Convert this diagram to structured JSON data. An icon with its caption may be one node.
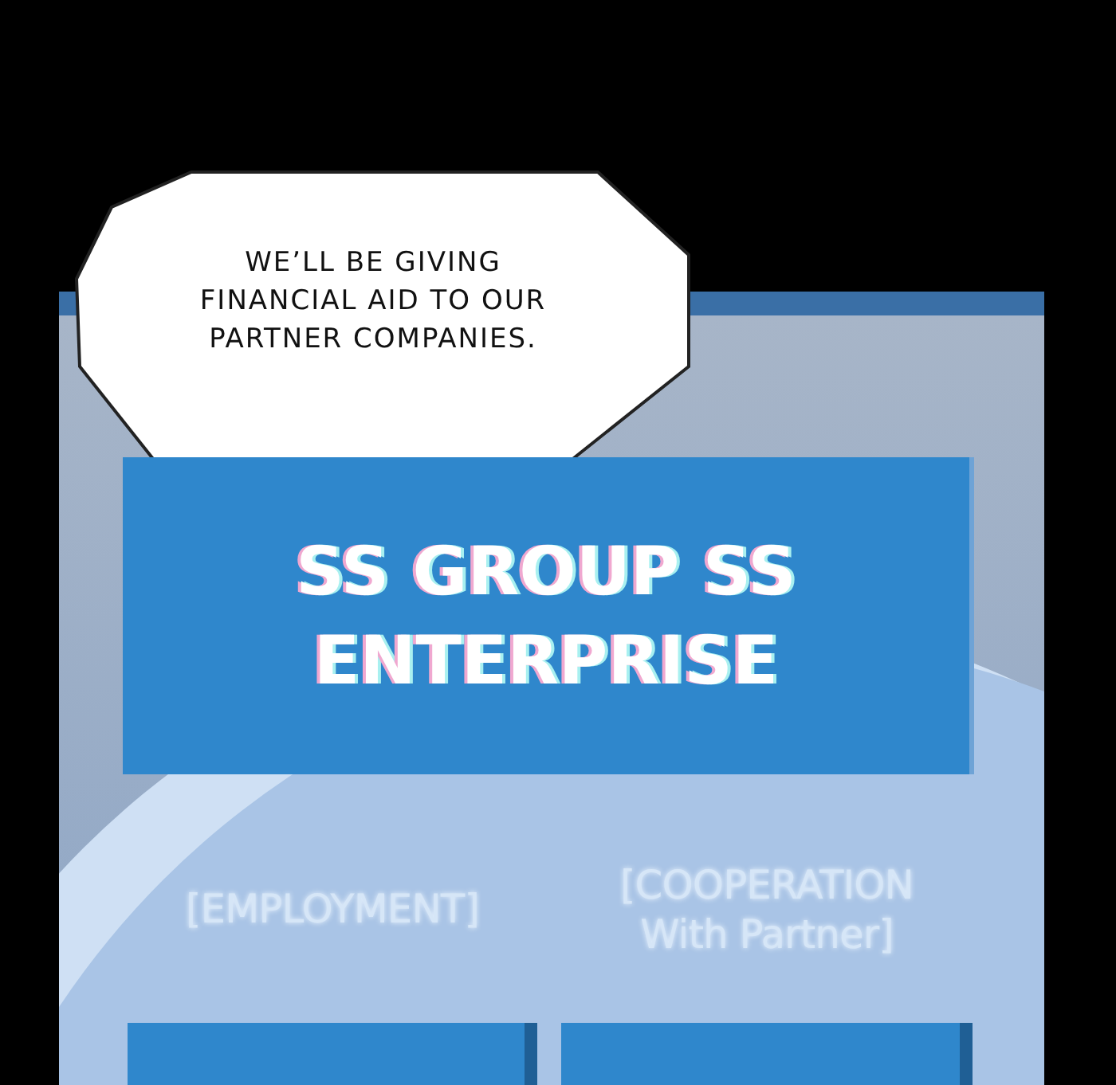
{
  "diagram": {
    "nodes": [
      {
        "text": [
          "WE’LL BE GIVING FINANCIAL AID TO OUR PARTNER COMPANIES."
        ]
      },
      {
        "text": [
          "SS GROUP SS ENTERPRISE"
        ]
      },
      {
        "text": [
          "[EMPLOYMENT]"
        ]
      },
      {
        "text": [
          "[COOPERATION With Partner]"
        ]
      }
    ]
  }
}
